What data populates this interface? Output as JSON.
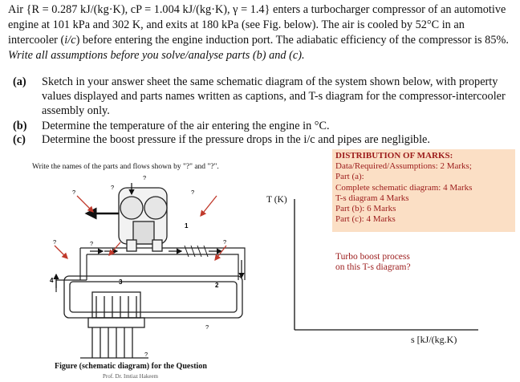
{
  "intro": {
    "part1": "Air {",
    "formula": "R = 0.287 kJ/(kg·K), cP = 1.004 kJ/(kg·K), γ = 1.4}",
    "part2": " enters a turbocharger compressor of an automotive engine at 101 kPa and 302 K, and exits at 180 kPa (see Fig. below). The air is cooled by 52°C in an intercooler (",
    "ic": "i/c",
    "part3": ") before entering the engine induction port. The adiabatic efficiency of the compressor is 85%. ",
    "assume": "Write all assumptions before you solve/analyse parts (b) and (c)."
  },
  "questions": {
    "a": {
      "label": "(a)",
      "text": "Sketch in your answer sheet the same schematic diagram of the system shown below, with property values displayed and parts names written as captions, and T-s diagram for the compressor-intercooler assembly only."
    },
    "b": {
      "label": "(b)",
      "text": "Determine the temperature of the air entering the engine in °C."
    },
    "c": {
      "label": "(c)",
      "text": "Determine the boost pressure if the pressure drops in the i/c and pipes are negligible."
    }
  },
  "marks": {
    "title": "DISTRIBUTION OF MARKS:",
    "lines": [
      "Data/Required/Assumptions: 2 Marks;",
      "Part (a):",
      "Complete schematic diagram: 4 Marks",
      "T-s diagram 4 Marks",
      "Part (b): 6 Marks",
      "Part (c): 4 Marks"
    ]
  },
  "turbo_note": {
    "line1": "Turbo boost process",
    "line2": "on this T-s diagram?"
  },
  "ts": {
    "ylabel": "T (K)",
    "xlabel": "s [kJ/(kg.K)"
  },
  "figure": {
    "instruction": "Write the names of the parts and flows shown by \"?\" and \"?\".",
    "caption": "Figure (schematic diagram) for the Question",
    "author": "Prof. Dr. Imtiaz Hakeem",
    "q": "?",
    "n1": "1",
    "n2": "2",
    "n3": "3",
    "n4": "4"
  }
}
